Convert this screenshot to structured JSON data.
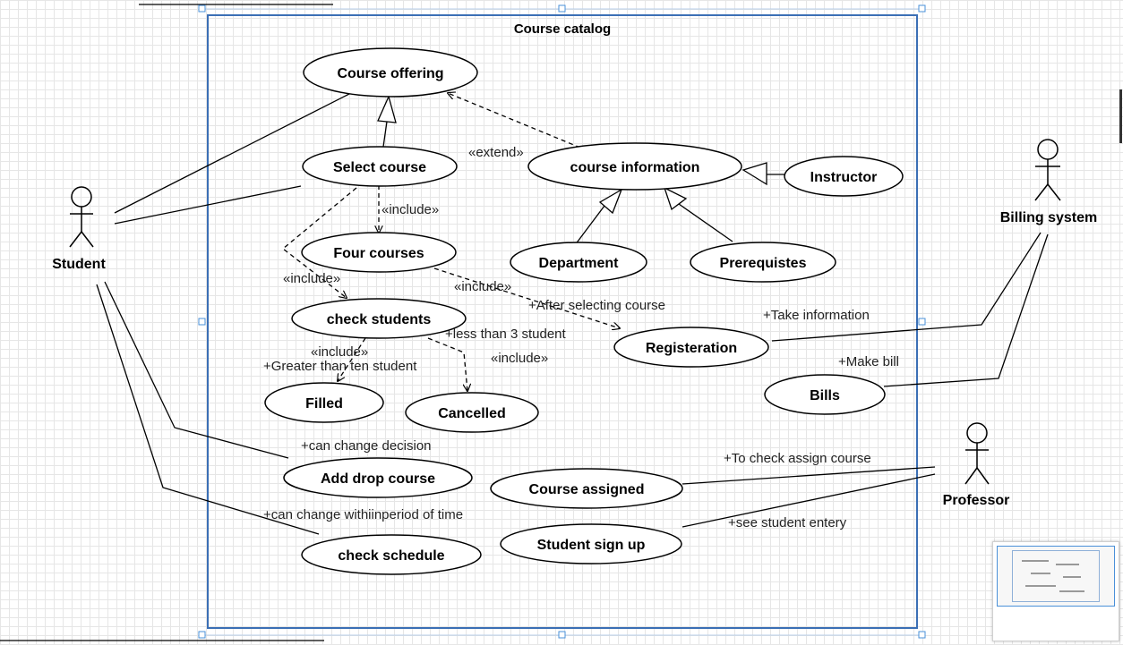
{
  "system_title": "Course catalog",
  "actors": {
    "student": "Student",
    "billing": "Billing system",
    "professor": "Professor"
  },
  "use_cases": {
    "course_offering": "Course offering",
    "select_course": "Select course",
    "course_information": "course information",
    "instructor": "Instructor",
    "four_courses": "Four courses",
    "department": "Department",
    "prerequistes": "Prerequistes",
    "check_students": "check students",
    "registeration": "Registeration",
    "bills": "Bills",
    "filled": "Filled",
    "cancelled": "Cancelled",
    "add_drop_course": "Add drop course",
    "course_assigned": "Course assigned",
    "student_sign_up": "Student sign up",
    "check_schedule": "check schedule"
  },
  "labels": {
    "extend": "«extend»",
    "include_four": "«include»",
    "include_check": "«include»",
    "include_reg": "«include»",
    "after_selecting": "+After selecting course",
    "include_filled": "«include»",
    "greater_than_ten": "+Greater than ten student",
    "less_than_three": "+less than 3 student",
    "include_cancelled": "«include»",
    "take_information": "+Take information",
    "make_bill": "+Make bill",
    "can_change_decision": "+can change decision",
    "can_change_within": "+can change withiinperiod of time",
    "to_check_assign": "+To check assign course",
    "see_student_entery": "+see student entery"
  }
}
